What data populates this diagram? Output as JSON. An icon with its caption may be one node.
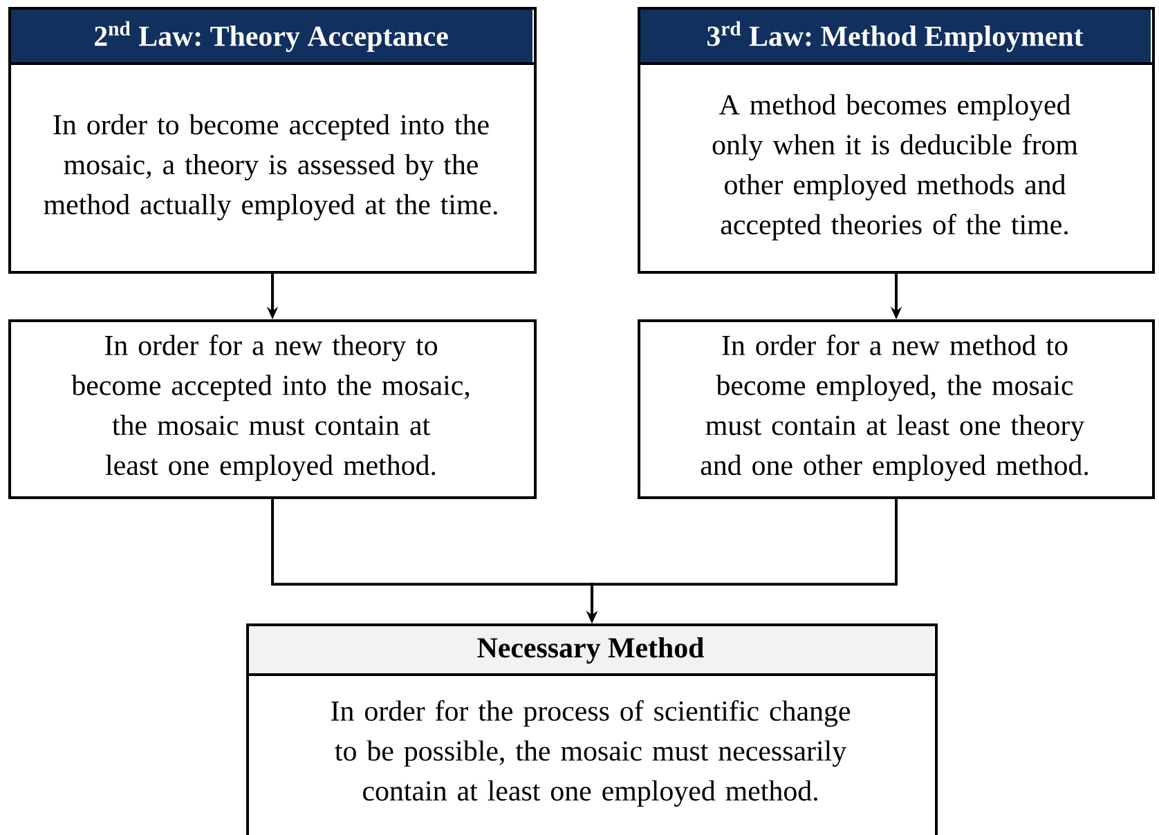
{
  "diagram": {
    "nodes": [
      {
        "text": [
          "2$^{nd}$ Law: Theory Acceptance",
          "In order to become accepted into the mosaic, a theory is assessed by the method actually employed at the time."
        ]
      },
      {
        "text": [
          "3$^{rd}$ Law: Method Employment",
          "A method becomes employed only when it is deducible from other employed methods and accepted theories of the time."
        ]
      },
      {
        "text": [
          "In order for a new theory to become accepted into the mosaic, the mosaic must contain at least one employed method."
        ]
      },
      {
        "text": [
          "In order for a new method to become employed, the mosaic must contain at least one theory and one other employed method."
        ]
      },
      {
        "text": [
          "Necessary Method",
          "In order for the process of scientific change to be possible, the mosaic must necessarily contain at least one employed method."
        ]
      }
    ],
    "edges": [
      {
        "from": 0,
        "to": 2,
        "arrow": "to"
      },
      {
        "from": 1,
        "to": 3,
        "arrow": "to"
      },
      {
        "from": 2,
        "to": 4,
        "arrow": "to"
      },
      {
        "from": 3,
        "to": 4,
        "arrow": "to"
      }
    ]
  }
}
